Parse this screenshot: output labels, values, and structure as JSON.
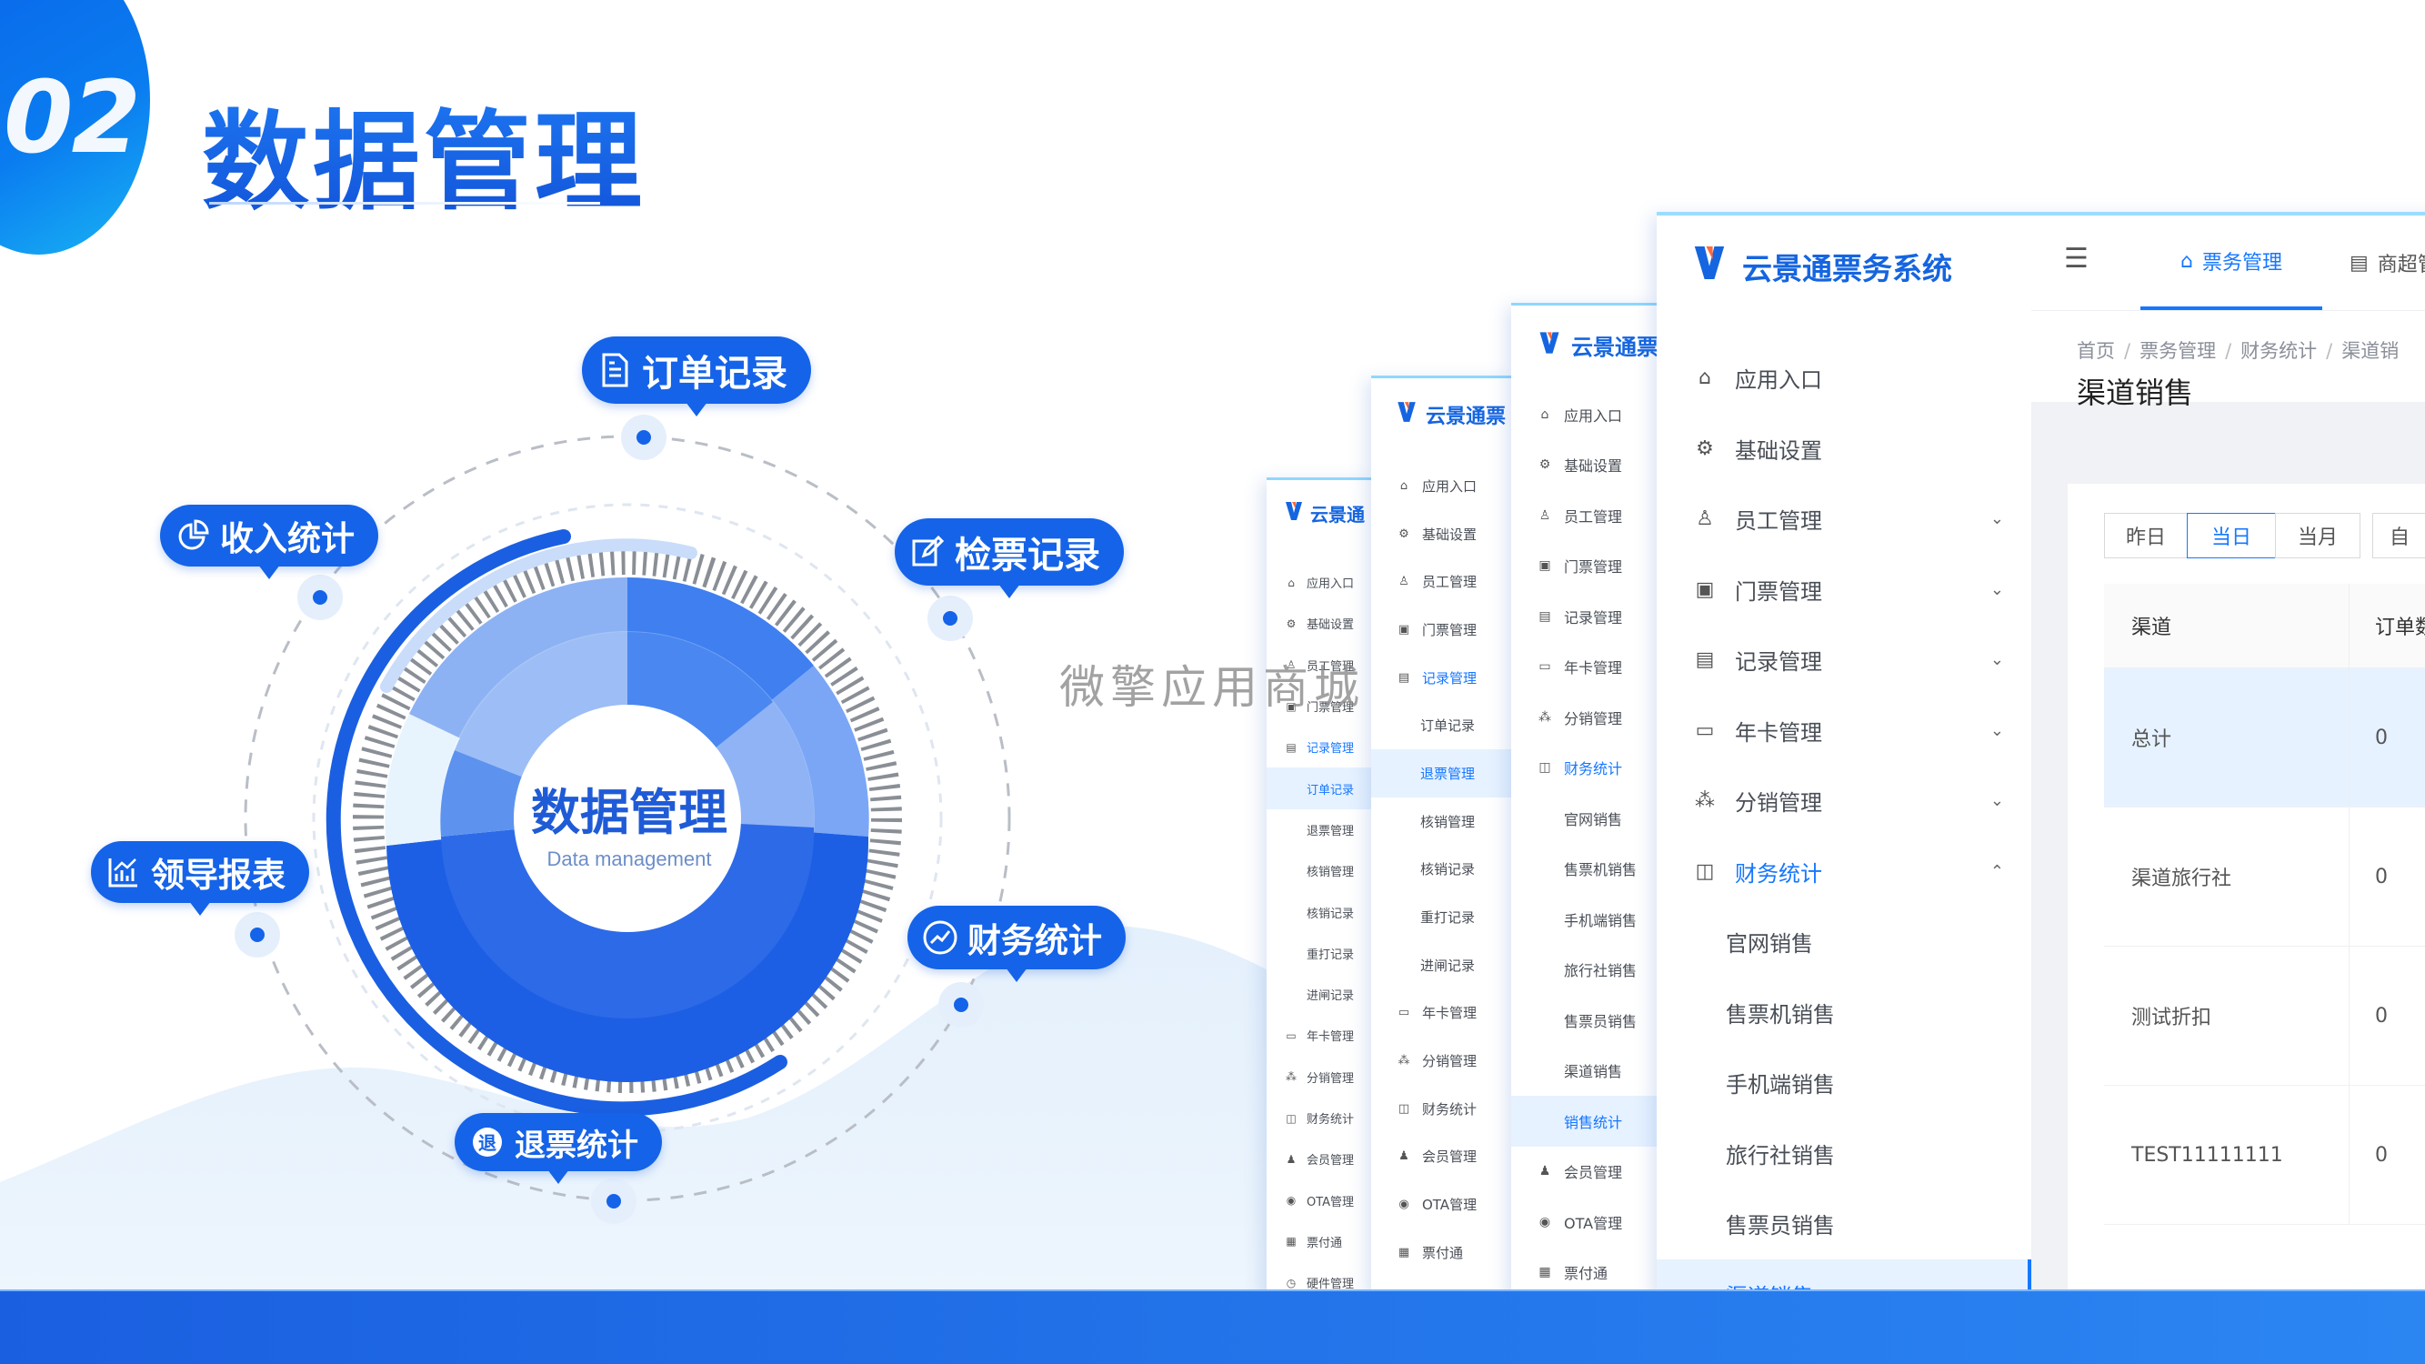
{
  "slide": {
    "number": "02",
    "title": "数据管理",
    "watermark": "微擎应用商城"
  },
  "center": {
    "title": "数据管理",
    "subtitle": "Data management"
  },
  "features": [
    {
      "label": "订单记录",
      "icon": "document-icon"
    },
    {
      "label": "检票记录",
      "icon": "edit-icon"
    },
    {
      "label": "收入统计",
      "icon": "pie-chart-icon"
    },
    {
      "label": "领导报表",
      "icon": "bar-chart-icon"
    },
    {
      "label": "财务统计",
      "icon": "trend-icon"
    },
    {
      "label": "退票统计",
      "icon": "refund-icon"
    }
  ],
  "colors": {
    "primary": "#1563e8",
    "accent": "#1677ff",
    "light": "#e6f2ff"
  },
  "main_app": {
    "brand": "云景通票务系统",
    "menu": [
      {
        "label": "应用入口",
        "icon": "home-icon",
        "chevron": ""
      },
      {
        "label": "基础设置",
        "icon": "gear-icon",
        "chevron": ""
      },
      {
        "label": "员工管理",
        "icon": "user-icon",
        "chevron": "⌄"
      },
      {
        "label": "门票管理",
        "icon": "ticket-icon",
        "chevron": "⌄"
      },
      {
        "label": "记录管理",
        "icon": "file-icon",
        "chevron": "⌄"
      },
      {
        "label": "年卡管理",
        "icon": "card-icon",
        "chevron": "⌄"
      },
      {
        "label": "分销管理",
        "icon": "network-icon",
        "chevron": "⌄"
      },
      {
        "label": "财务统计",
        "icon": "chart-icon",
        "chevron": "⌃"
      }
    ],
    "submenu": [
      "官网销售",
      "售票机销售",
      "手机端销售",
      "旅行社销售",
      "售票员销售",
      "渠道销售"
    ],
    "tabs": [
      "票务管理",
      "商超管"
    ],
    "breadcrumb": [
      "首页",
      "票务管理",
      "财务统计",
      "渠道销"
    ],
    "page_title": "渠道销售",
    "date_buttons": [
      "昨日",
      "当日",
      "当月",
      "自"
    ],
    "table": {
      "headers": [
        "渠道",
        "订单数"
      ],
      "rows": [
        [
          "总计",
          "0"
        ],
        [
          "渠道旅行社",
          "0"
        ],
        [
          "测试折扣",
          "0"
        ],
        [
          "TEST11111111",
          "0"
        ]
      ]
    }
  },
  "panel3": {
    "brand": "云景通票",
    "menu": [
      "应用入口",
      "基础设置",
      "员工管理",
      "门票管理",
      "记录管理",
      "年卡管理",
      "分销管理",
      "财务统计",
      "官网销售",
      "售票机销售",
      "手机端销售",
      "旅行社销售",
      "售票员销售",
      "渠道销售",
      "销售统计",
      "会员管理",
      "OTA管理",
      "票付通"
    ]
  },
  "panel2": {
    "brand": "云景通票",
    "menu": [
      "应用入口",
      "基础设置",
      "员工管理",
      "门票管理",
      "记录管理",
      "订单记录",
      "退票管理",
      "核销管理",
      "核销记录",
      "重打记录",
      "进闸记录",
      "年卡管理",
      "分销管理",
      "财务统计",
      "会员管理",
      "OTA管理",
      "票付通"
    ]
  },
  "panel1": {
    "brand": "云景通",
    "menu": [
      "应用入口",
      "基础设置",
      "员工管理",
      "门票管理",
      "记录管理",
      "订单记录",
      "退票管理",
      "核销管理",
      "核销记录",
      "重打记录",
      "进闸记录",
      "年卡管理",
      "分销管理",
      "财务统计",
      "会员管理",
      "OTA管理",
      "票付通",
      "硬件管理"
    ]
  }
}
